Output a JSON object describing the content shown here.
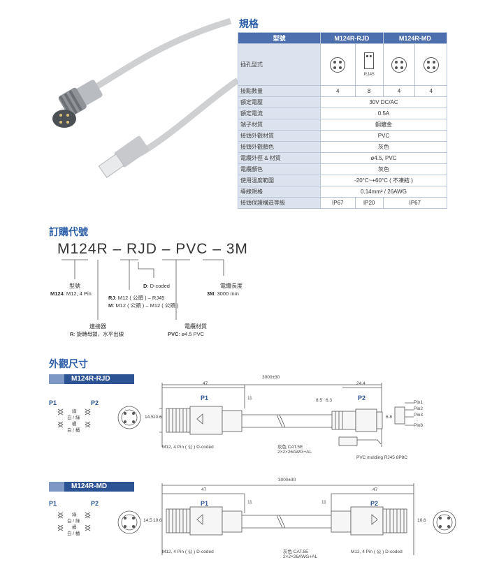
{
  "spec": {
    "title": "規格",
    "headers": [
      "型號",
      "M124R-RJD",
      "M124R-MD"
    ],
    "rows": [
      {
        "label": "插孔型式",
        "rj45_caption": "RJ45"
      },
      {
        "label": "接點數量",
        "v1": "4",
        "v2": "8",
        "v3": "4",
        "v4": "4"
      },
      {
        "label": "額定電壓",
        "value": "30V DC/AC"
      },
      {
        "label": "額定電流",
        "value": "0.5A"
      },
      {
        "label": "端子材質",
        "value": "銅鍍金"
      },
      {
        "label": "接頭外觀材質",
        "value": "PVC"
      },
      {
        "label": "接頭外觀顏色",
        "value": "灰色"
      },
      {
        "label": "電纜外徑 & 材質",
        "value": "ø4.5, PVC"
      },
      {
        "label": "電纜顏色",
        "value": "灰色"
      },
      {
        "label": "使用溫度範圍",
        "value": "-20°C~+60°C ( 不凍結 )"
      },
      {
        "label": "導線規格",
        "value": "0.14mm² / 26AWG"
      },
      {
        "label": "接頭保護構造等級",
        "v1": "IP67",
        "v2": "IP20",
        "v3": "IP67"
      }
    ]
  },
  "order": {
    "title": "訂購代號",
    "code": "M124R – RJD – PVC – 3M",
    "model_head": "型號",
    "model_bold": "M124",
    "model_rest": ": M12, 4 Pin",
    "d_bold": "D",
    "d_rest": ": D-coded",
    "rj_line1_bold": "RJ",
    "rj_line1_rest": ": M12 ( 公頭 ) – RJ45",
    "rj_line2_bold": "M",
    "rj_line2_rest": ": M12 ( 公頭 ) – M12 ( 公頭 )",
    "length_head": "電纜長度",
    "length_bold": "3M",
    "length_rest": ": 3000 mm",
    "connector_head": "連接器",
    "connector_bold": "R",
    "connector_rest": ": 旋轉母鎖，水平出線",
    "material_head": "電纜材質",
    "material_bold": "PVC",
    "material_rest": ": ø4.5 PVC"
  },
  "dimensions": {
    "title": "外觀尺寸",
    "rjd": {
      "bar": "M124R-RJD",
      "p1": "P1",
      "p2": "P2",
      "total": "3000±30",
      "d47": "47",
      "d24": "24.4",
      "d11": "11",
      "d85": "8.5",
      "d63": "6.3",
      "d68": "6.8",
      "d145": "14.5",
      "d106": "10.6",
      "wire1": "綠",
      "wire2": "白 / 綠",
      "wire3": "橘",
      "wire4": "白 / 橘",
      "note_connector": "M12, 4 Pin ( 公 ) D-coded",
      "note_cable1": "灰色 CAT.5E",
      "note_cable2": "2×2×26AWG+AL",
      "note_plug": "PVC molding RJ45 8P8C",
      "pin1": "Pin1",
      "pin2": "Pin2",
      "pin3": "Pin3",
      "pin_dots": ":",
      "pin8": "Pin8"
    },
    "md": {
      "bar": "M124R-MD",
      "p1": "P1",
      "p2": "P2",
      "total": "3000±30",
      "d47a": "47",
      "d47b": "47",
      "d11a": "11",
      "d11b": "11",
      "d145": "14.5",
      "d106a": "10.6",
      "d106b": "10.6",
      "wire1": "綠",
      "wire2": "白 / 綠",
      "wire3": "橘",
      "wire4": "白 / 橘",
      "note_connector1": "M12, 4 Pin ( 公 ) D-coded",
      "note_cable1": "灰色 CAT.5E",
      "note_cable2": "2×2×26AWG+AL",
      "note_connector2": "M12, 4 Pin ( 公 ) D-coded"
    }
  }
}
